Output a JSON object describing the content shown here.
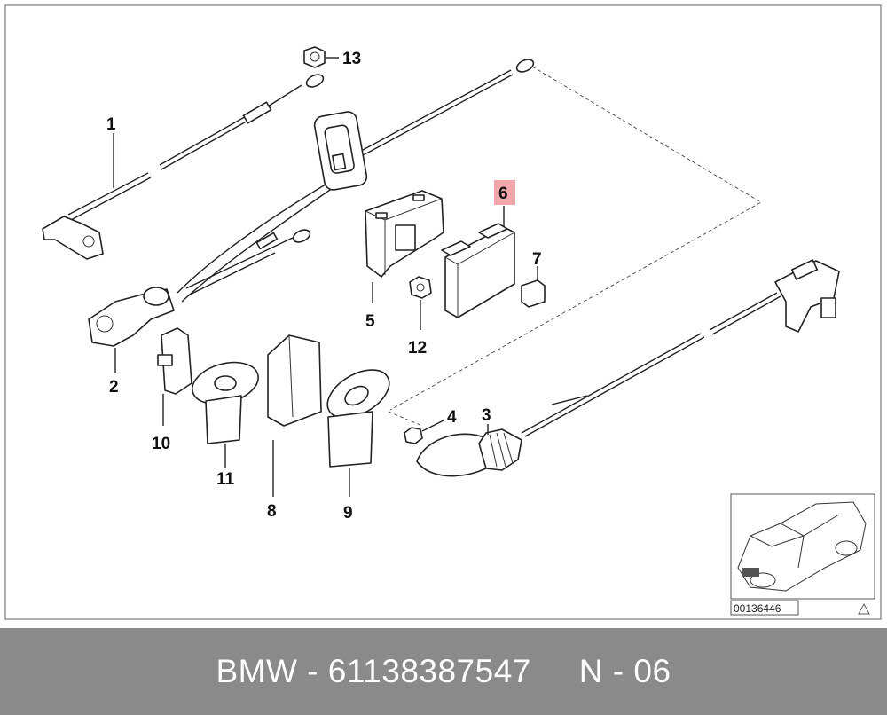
{
  "callouts": [
    {
      "id": "13",
      "label": "13"
    },
    {
      "id": "1",
      "label": "1"
    },
    {
      "id": "6",
      "label": "6",
      "highlight": "#f4a6ad"
    },
    {
      "id": "7",
      "label": "7"
    },
    {
      "id": "5",
      "label": "5"
    },
    {
      "id": "12",
      "label": "12"
    },
    {
      "id": "2",
      "label": "2"
    },
    {
      "id": "4",
      "label": "4"
    },
    {
      "id": "3",
      "label": "3"
    },
    {
      "id": "10",
      "label": "10"
    },
    {
      "id": "11",
      "label": "11"
    },
    {
      "id": "8",
      "label": "8"
    },
    {
      "id": "9",
      "label": "9"
    }
  ],
  "inset": {
    "diagram_id": "00136446"
  },
  "footer": {
    "text": "BMW - 61138387547     N - 06"
  },
  "colors": {
    "highlight": "#f4a6ad",
    "footer_bg": "#8a8a8a",
    "footer_text": "#ffffff"
  }
}
